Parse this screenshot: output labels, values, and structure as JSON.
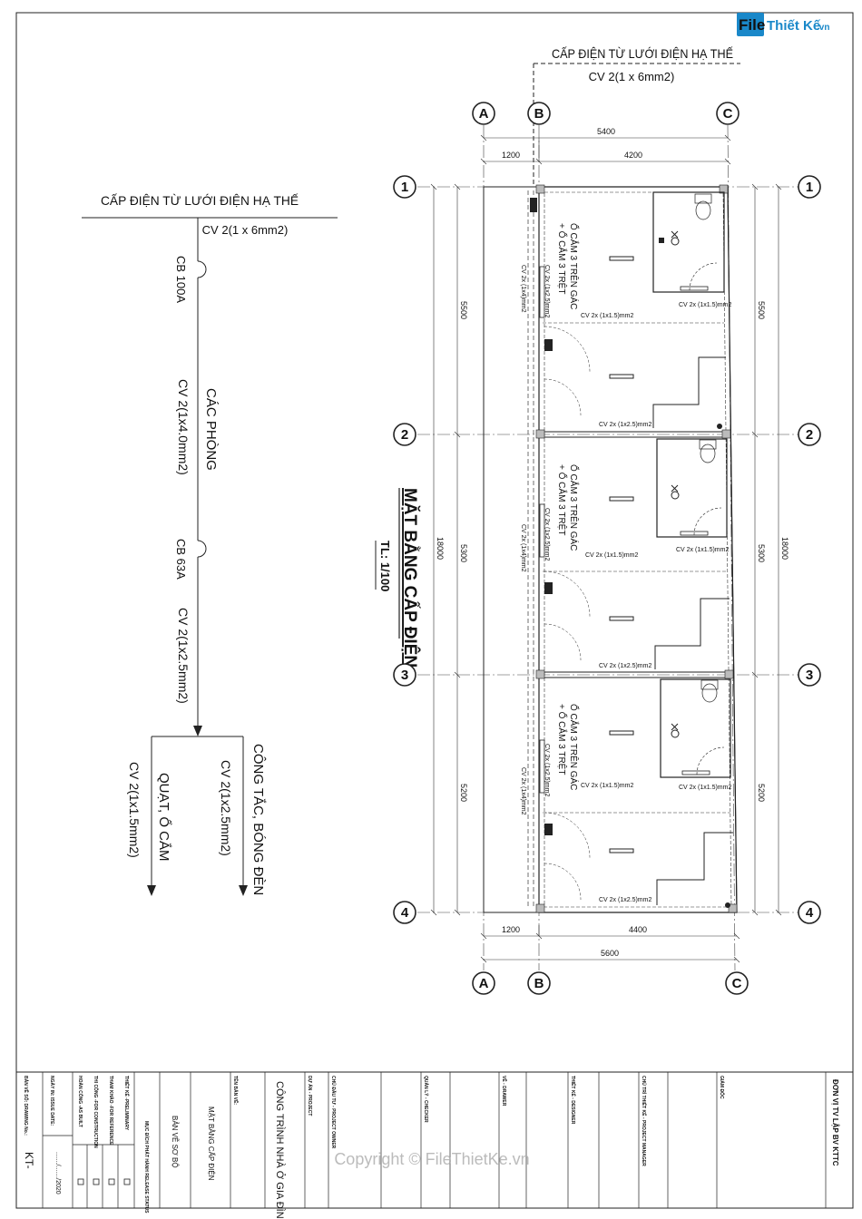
{
  "logo": {
    "part1": "File",
    "part2": "Thiết Kế",
    "part3": ".vn"
  },
  "watermark": "Copyright © FileThietKe.vn",
  "title": {
    "main": "MẶT BẰNG CẤP ĐIỆN",
    "scale": "TL: 1/100"
  },
  "supply": {
    "label": "CẤP ĐIỆN TỪ LƯỚI ĐIỆN HẠ THẾ",
    "cable": "CV 2(1 x 6mm2)"
  },
  "single_line": {
    "supply_label": "CẤP ĐIỆN TỪ LƯỚI ĐIỆN HẠ THẾ",
    "supply_cable": "CV 2(1 x 6mm2)",
    "cb_main": "CB 100A",
    "feeder_label": "CÁC PHÒNG",
    "feeder_cable": "CV 2(1x4.0mm2)",
    "cb_branch": "CB 63A",
    "branch_cable": "CV 2(1x2.5mm2)",
    "circuits": [
      {
        "label": "CÔNG TẮC, BÓNG ĐÈN",
        "cable": "CV 2(1x1.5mm2)"
      },
      {
        "label": "QUẠT, Ổ CẮM",
        "cable": "CV 2(1x2.5mm2)"
      }
    ]
  },
  "grid": {
    "cols": [
      "A",
      "B",
      "C"
    ],
    "rows": [
      "1",
      "2",
      "3",
      "4"
    ],
    "top_dims": {
      "total": "5400",
      "left": "1200",
      "right": "4200"
    },
    "bottom_dims": {
      "total": "5600",
      "left": "1200",
      "right": "4400"
    },
    "side_dims": [
      "5500",
      "5300",
      "5200"
    ],
    "overall": "18000"
  },
  "room_labels": {
    "socket_upper": "Ổ CẮM 3 TRÊN GÁC",
    "socket_lower": "+ Ổ CẮM 3 TRỆT",
    "cable_15": "CV 2x (1x1.5)mm2",
    "cable_25": "CV 2x (1x2.5)mm2",
    "cable_25_vert": "CV 2x (1x2.5)mm2",
    "cable_40_vert": "CV 2x (1x4)mm2"
  },
  "title_block": {
    "sheet_no_label": "BẢN VẼ SỐ: DRAWING No.:",
    "sheet_no": "KT-",
    "date_label": "NGÀY IN: ISSUE DATE:",
    "date": "......./......./2020",
    "status": [
      "THIẾT KẾ -PRELIMINARY",
      "THAM KHẢO -FOR REFERENCE",
      "THI CÔNG -FOR CONSTRUCTION",
      "HOÀN CÔNG -AS BUILT"
    ],
    "release_label": "MỤC ĐÍCH PHÁT HÀNH RELEASE STATUS",
    "sheet_type": "BẢN VẼ SƠ BỘ",
    "drawing_name": "MẶT BẰNG CẤP ĐIỆN",
    "drawing_name_label": "TÊN BẢN VẼ:",
    "project_name": "CÔNG TRÌNH NHÀ Ở GIA ĐÌNH",
    "project_label": "DỰ ÁN - PROJECT",
    "owner_label": "CHỦ ĐẦU TƯ - PROJECT OWNER",
    "checker_label": "QUẢN LÝ - CHECKER",
    "drawer_label": "VẼ - DRAWER",
    "designer_label": "THIẾT KẾ - DESIGNER",
    "manager_label": "CHỦ TRÌ THIẾT KẾ - PROJECT MANAGER",
    "director_label": "GIÁM ĐỐC",
    "company": "ĐƠN VỊ TV LẬP BV KTTC"
  }
}
